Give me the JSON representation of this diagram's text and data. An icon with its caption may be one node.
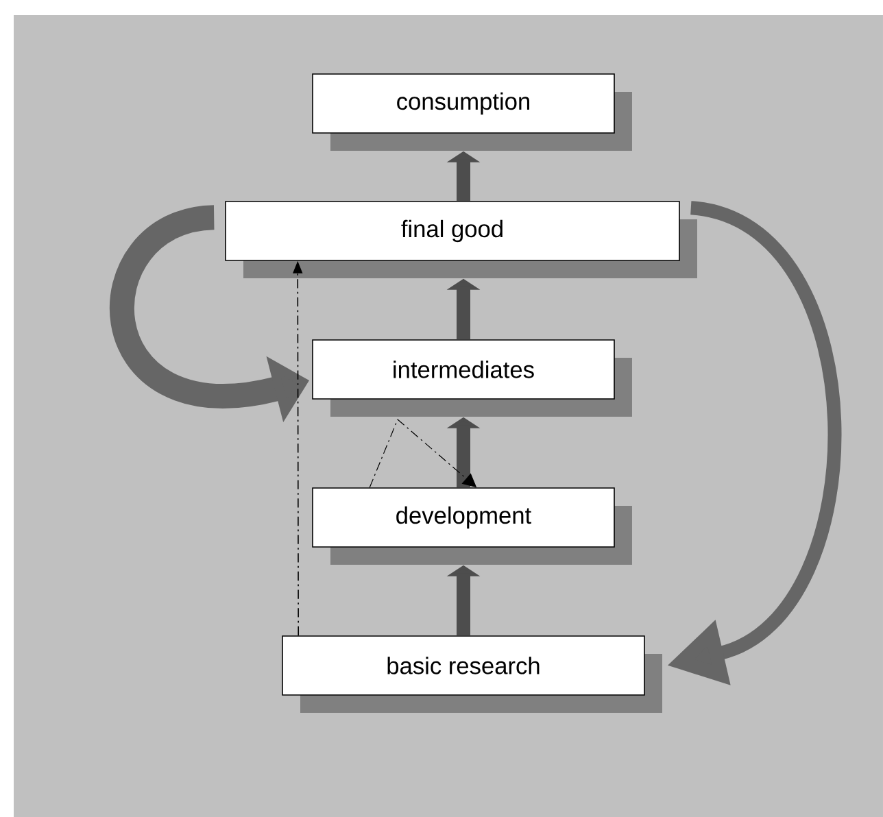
{
  "diagram": {
    "nodes": [
      {
        "text": [
          "consumption"
        ]
      },
      {
        "text": [
          "final good"
        ]
      },
      {
        "text": [
          "intermediates"
        ]
      },
      {
        "text": [
          "development"
        ]
      },
      {
        "text": [
          "basic research"
        ]
      }
    ],
    "edges": [
      {
        "from": 4,
        "to": 3,
        "arrow": "to",
        "color": "#4d4d4d"
      },
      {
        "from": 3,
        "to": 2,
        "arrow": "to",
        "color": "#4d4d4d"
      },
      {
        "from": 2,
        "to": 1,
        "arrow": "to",
        "color": "#4d4d4d"
      },
      {
        "from": 1,
        "to": 0,
        "arrow": "to",
        "color": "#4d4d4d"
      },
      {
        "from": 1,
        "to": 2,
        "arrow": "to",
        "style": "thick",
        "color": "#666666"
      },
      {
        "from": 1,
        "to": 4,
        "arrow": "to",
        "color": "#666666"
      },
      {
        "from": 4,
        "to": 1,
        "arrow": "to",
        "style": "dashed",
        "color": "#000000"
      },
      {
        "from": 3,
        "to": 3,
        "arrow": "to",
        "style": "dashed",
        "color": "#000000"
      }
    ]
  }
}
